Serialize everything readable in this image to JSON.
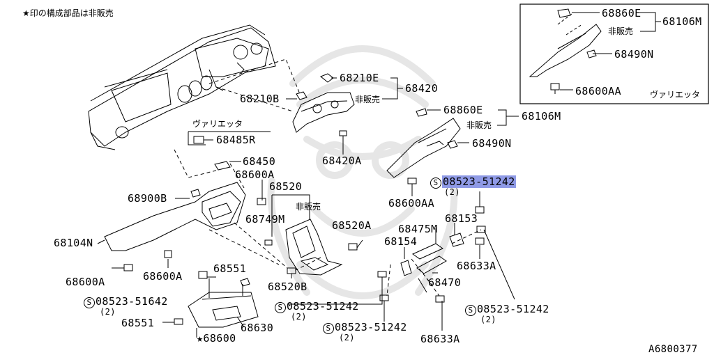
{
  "header_note": "★印の構成部品は非販売",
  "diagram_id": "A6800377",
  "inset": {
    "labels": {
      "p68860E": "68860E",
      "p68106M": "68106M",
      "hihanbai": "非販売",
      "p68490N": "68490N",
      "p68600AA": "68600AA",
      "variety": "ヴァリエッタ"
    }
  },
  "labels": {
    "p68210E": "68210E",
    "p68420": "68420",
    "p68210B": "68210B",
    "hihanbai1": "非販売",
    "p68860E": "68860E",
    "p68106M": "68106M",
    "hihanbai2": "非販売",
    "variety": "ヴァリエッタ",
    "p68485R": "68485R",
    "p68490N": "68490N",
    "p68450": "68450",
    "p68420A": "68420A",
    "p68600A_top": "68600A",
    "p68520": "68520",
    "hihanbai3": "非販売",
    "p08523_hl": "08523-51242",
    "qty_hl": "(2)",
    "p68900B": "68900B",
    "p68600AA": "68600AA",
    "p68749M": "68749M",
    "p68153": "68153",
    "p68520A": "68520A",
    "p68475M": "68475M",
    "p68104N": "68104N",
    "p68154": "68154",
    "p68633A_r": "68633A",
    "p68551_top": "68551",
    "p68600A_l": "68600A",
    "p68600A_m": "68600A",
    "p68520B": "68520B",
    "p68470": "68470",
    "p08523_51642": "08523-51642",
    "qty_51642": "(2)",
    "p08523_a": "08523-51242",
    "qty_a": "(2)",
    "p08523_b": "08523-51242",
    "qty_b": "(2)",
    "p08523_c": "08523-51242",
    "qty_c": "(2)",
    "p68551_bot": "68551",
    "p68630": "68630",
    "p68600_star": "★68600",
    "p68633A_b": "68633A",
    "s_symbol": "S"
  },
  "colors": {
    "highlight": "#8f9ae6",
    "line": "#000000",
    "watermark": "#e4e4e4"
  }
}
